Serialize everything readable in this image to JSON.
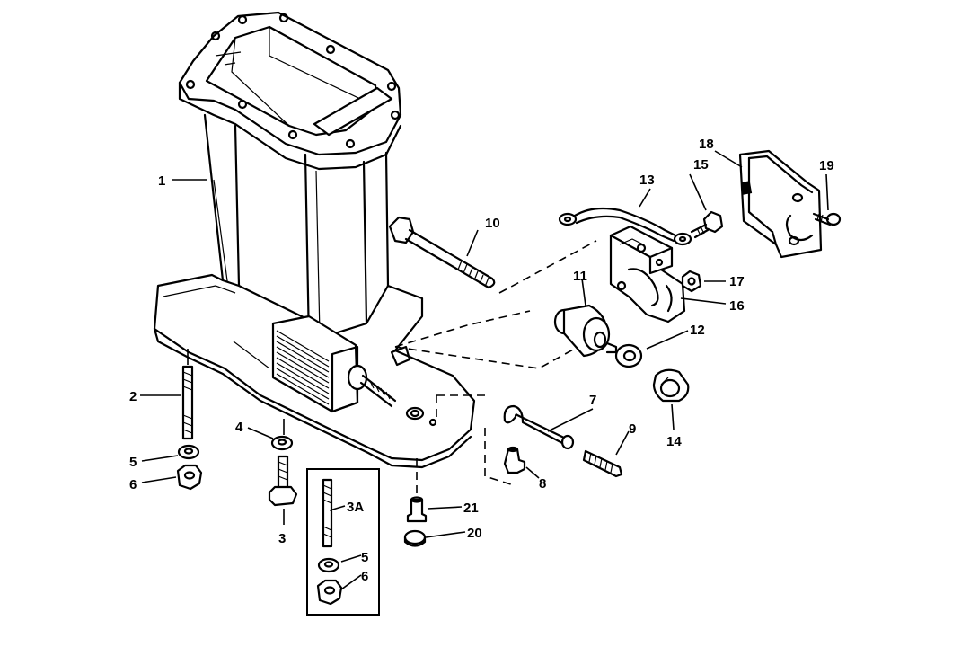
{
  "callouts": {
    "c1": "1",
    "c2": "2",
    "c3": "3",
    "c3a": "3A",
    "c4": "4",
    "c5": "5",
    "c5b": "5",
    "c6": "6",
    "c6b": "6",
    "c7": "7",
    "c8": "8",
    "c9": "9",
    "c10": "10",
    "c11": "11",
    "c12": "12",
    "c13": "13",
    "c14": "14",
    "c15": "15",
    "c16": "16",
    "c17": "17",
    "c18": "18",
    "c19": "19",
    "c20": "20",
    "c21": "21"
  },
  "colors": {
    "ink": "#000000",
    "paper": "#ffffff"
  }
}
